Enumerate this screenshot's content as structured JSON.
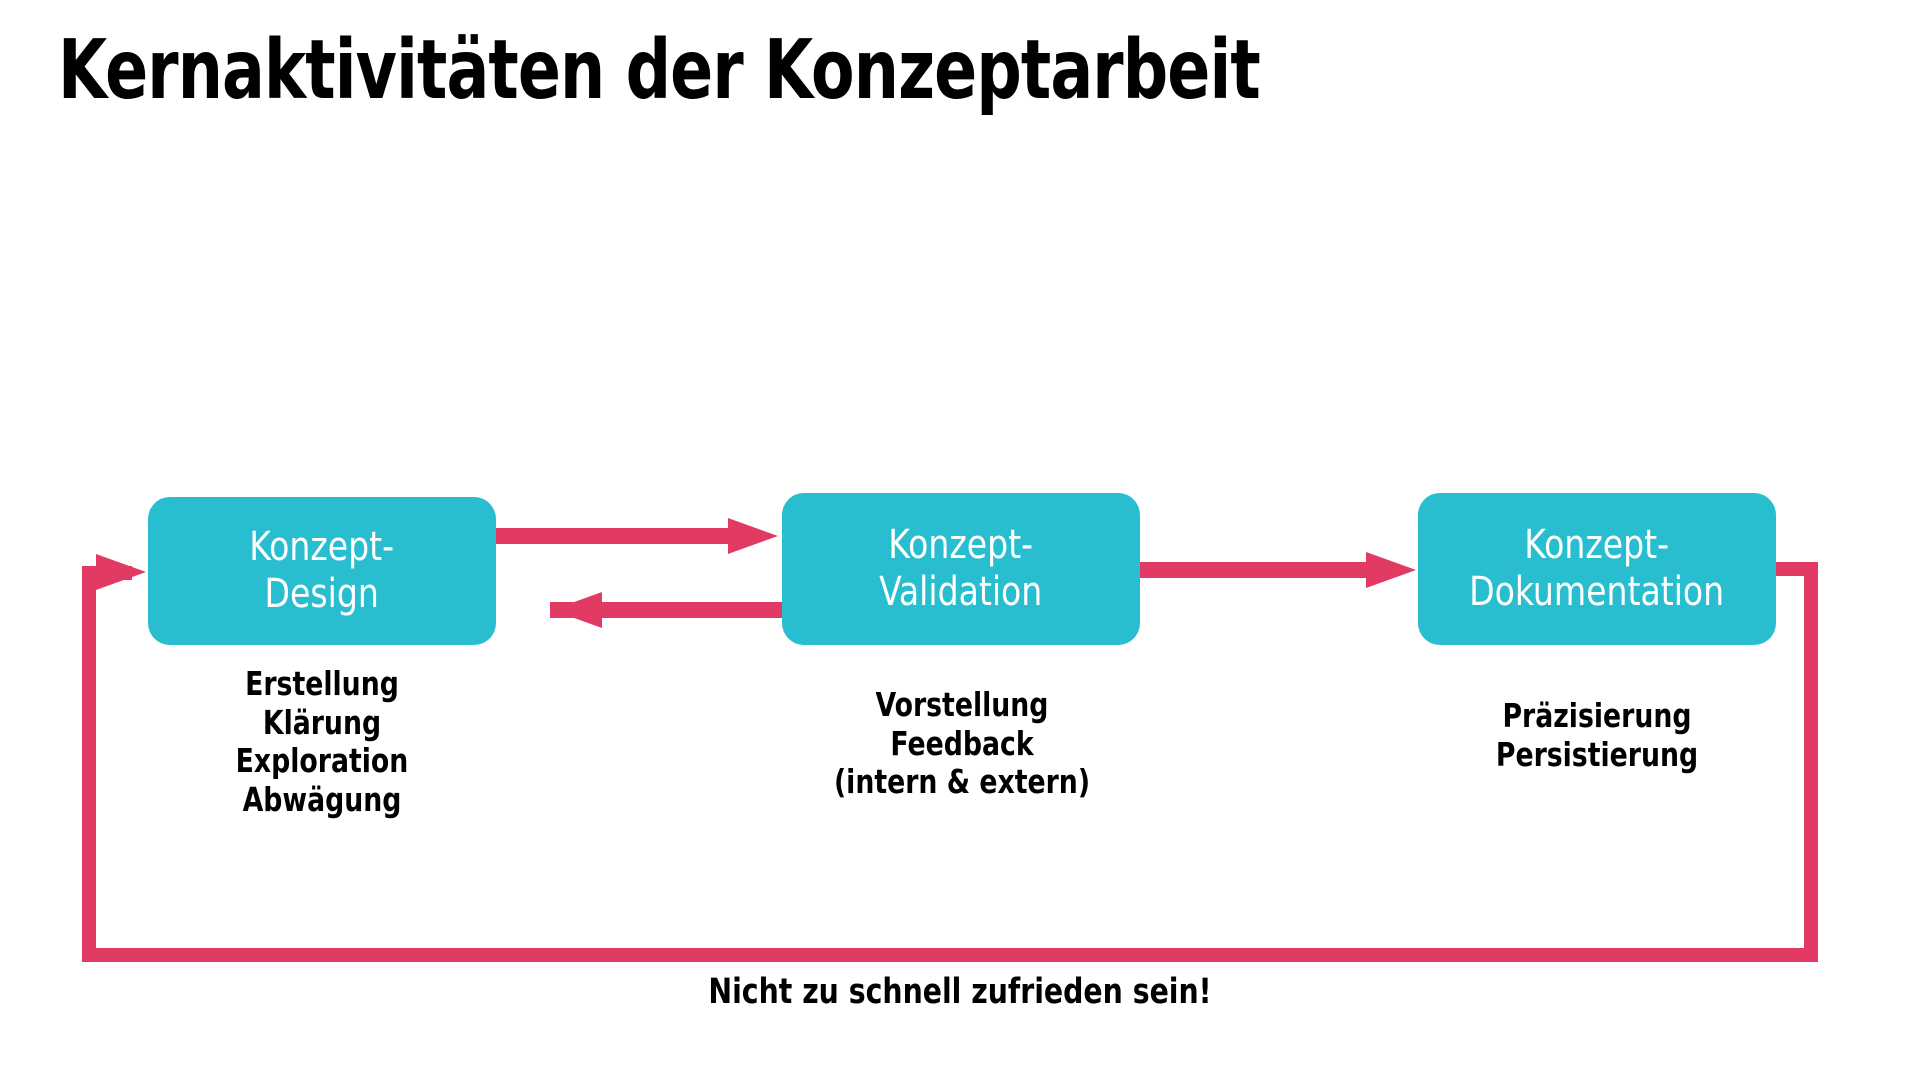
{
  "slide": {
    "title": "Kernaktivitäten der Konzeptarbeit",
    "background_color": "#FFFFFF"
  },
  "colors": {
    "node_fill": "#29BECF",
    "node_text": "#FFFFFF",
    "connector": "#E23B63",
    "body_text": "#000000"
  },
  "diagram": {
    "type": "process-flow",
    "nodes": [
      {
        "id": "konzept-design",
        "label": "Konzept-\nDesign",
        "items": [
          "Erstellung",
          "Klärung",
          "Exploration",
          "Abwägung"
        ]
      },
      {
        "id": "konzept-validation",
        "label": "Konzept-\nValidation",
        "items": [
          "Vorstellung",
          "Feedback",
          "(intern & extern)"
        ]
      },
      {
        "id": "konzept-dokumentation",
        "label": "Konzept-\nDokumentation",
        "items": [
          "Präzisierung",
          "Persistierung"
        ]
      }
    ],
    "connectors": [
      {
        "id": "design-to-validation",
        "from": "konzept-design",
        "to": "konzept-validation",
        "direction": "right"
      },
      {
        "id": "validation-to-design",
        "from": "konzept-validation",
        "to": "konzept-design",
        "direction": "left"
      },
      {
        "id": "validation-to-dokumentation",
        "from": "konzept-validation",
        "to": "konzept-dokumentation",
        "direction": "right"
      },
      {
        "id": "feedback-loop",
        "from": "konzept-dokumentation",
        "to": "konzept-design",
        "direction": "loop",
        "label": "Nicht zu schnell zufrieden sein!"
      }
    ],
    "loop_caption": "Nicht zu schnell zufrieden sein!"
  }
}
